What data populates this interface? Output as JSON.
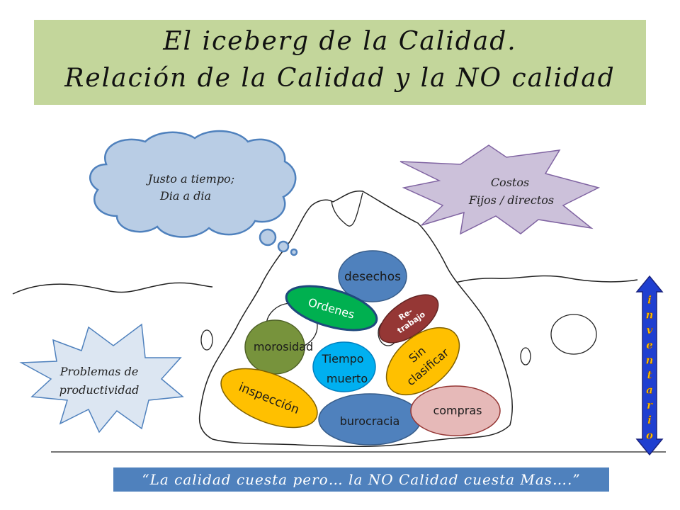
{
  "title": {
    "line1": "El iceberg de la Calidad.",
    "line2": "Relación de la Calidad y la NO calidad"
  },
  "cloud": {
    "line1": "Justo a tiempo;",
    "line2": "Dia a dia"
  },
  "star_costs": {
    "line1": "Costos",
    "line2": "Fijos / directos"
  },
  "star_problems": {
    "line1": "Problemas de",
    "line2": "productividad"
  },
  "ellipses": {
    "desechos": "desechos",
    "ordenes": "Ordenes",
    "retrabajo_1": "Re-",
    "retrabajo_2": "trabajo",
    "morosidad": "morosidad",
    "tiempo_1": "Tiempo",
    "tiempo_2": "muerto",
    "sin_1": "Sin",
    "sin_2": "clasificar",
    "inspeccion": "inspección",
    "burocracia": "burocracia",
    "compras": "compras"
  },
  "inventario_letters": [
    "i",
    "n",
    "v",
    "e",
    "n",
    "t",
    "a",
    "r",
    "i",
    "o"
  ],
  "footer": "“La calidad cuesta pero… la NO Calidad cuesta Mas….”",
  "colors": {
    "title_bg": "#c3d69b",
    "cloud": "#b9cde5",
    "star_costs": "#ccc1da",
    "star_problems": "#dce6f2",
    "blue": "#4f81bd",
    "green": "#00b050",
    "darkred": "#953735",
    "olive": "#77933c",
    "cyan": "#00b0f0",
    "gold": "#ffc000",
    "pink": "#e6b9b8",
    "footer": "#4f81bd"
  }
}
